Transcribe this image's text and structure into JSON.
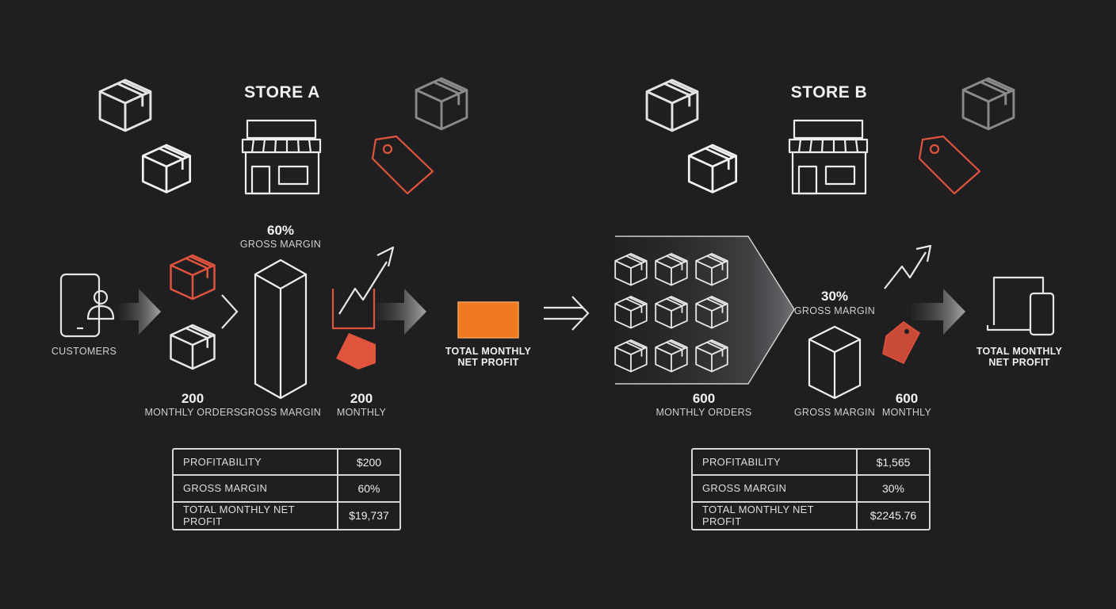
{
  "colors": {
    "background": "#1f1f21",
    "line": "#e6e6e6",
    "accent": "#e0533d",
    "orange": "#f07a20"
  },
  "icons": [
    "box-icon",
    "store-icon",
    "price-tag-icon",
    "phone-customer-icon",
    "arrow-right-icon",
    "growth-arrow-icon",
    "laptop-phone-icon",
    "bar-prism-icon"
  ],
  "store_a": {
    "title": "STORE A",
    "margin_value": "60%",
    "margin_label": "GROSS MARGIN",
    "customers_label": "CUSTOMERS",
    "orders_value": "200",
    "orders_label": "MONTHLY ORDERS",
    "bar_label": "GROSS MARGIN",
    "monthly_value": "200",
    "monthly_label": "MONTHLY",
    "net_profit_label": "TOTAL MONTHLY NET PROFIT",
    "table": [
      {
        "label": "PROFITABILITY",
        "value": "$200"
      },
      {
        "label": "GROSS MARGIN",
        "value": "60%"
      },
      {
        "label": "TOTAL MONTHLY NET PROFIT",
        "value": "$19,737"
      }
    ]
  },
  "store_b": {
    "title": "STORE B",
    "margin_value": "30%",
    "margin_label": "GROSS MARGIN",
    "orders_value": "600",
    "orders_label": "MONTHLY ORDERS",
    "bar_label": "GROSS MARGIN",
    "monthly_value": "600",
    "monthly_label": "MONTHLY",
    "net_profit_label": "TOTAL MONTHLY NET PROFIT",
    "table": [
      {
        "label": "PROFITABILITY",
        "value": "$1,565"
      },
      {
        "label": "GROSS MARGIN",
        "value": "30%"
      },
      {
        "label": "TOTAL MONTHLY NET PROFIT",
        "value": "$2245.76"
      }
    ]
  }
}
